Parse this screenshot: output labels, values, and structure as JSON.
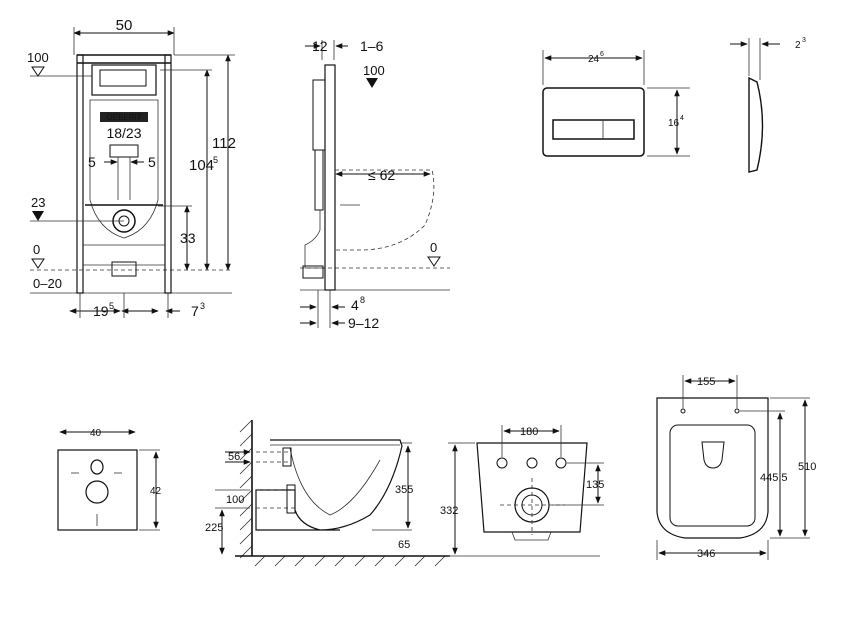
{
  "frame_front": {
    "width": "50",
    "height_total": "112",
    "height_frame": "104",
    "height_frame_sup": "5",
    "top_level": "100",
    "brand": "GEBERIT",
    "flush_range": "18/23",
    "offset_left": "5",
    "offset_right": "5",
    "pipe_level": "23",
    "pipe_height": "33",
    "floor_level": "0",
    "floor_range": "0–20",
    "bottom_left": "19",
    "bottom_left_sup": "5",
    "bottom_right": "7",
    "bottom_right_sup": "3"
  },
  "frame_side": {
    "depth_a": "12",
    "depth_b": "1–6",
    "top_level": "100",
    "bowl_reach": "≤ 62",
    "floor_level": "0",
    "bottom_a": "4",
    "bottom_a_sup": "8",
    "bottom_b": "9–12"
  },
  "plate_front": {
    "width": "24",
    "width_sup": "6",
    "height": "16",
    "height_sup": "4"
  },
  "plate_side": {
    "thickness": "2",
    "thickness_sup": "3"
  },
  "bowl_template": {
    "width": "40",
    "height": "42"
  },
  "bowl_side": {
    "bolt_offset": "56",
    "inlet_height": "100",
    "inlet_level": "225",
    "height": "355",
    "gap": "65"
  },
  "bowl_back": {
    "bolt_spacing": "180",
    "bolt_drop": "135",
    "height": "332"
  },
  "bowl_top": {
    "bolt_spacing": "155",
    "width": "346",
    "length": "510",
    "length_inner": "445.5"
  }
}
